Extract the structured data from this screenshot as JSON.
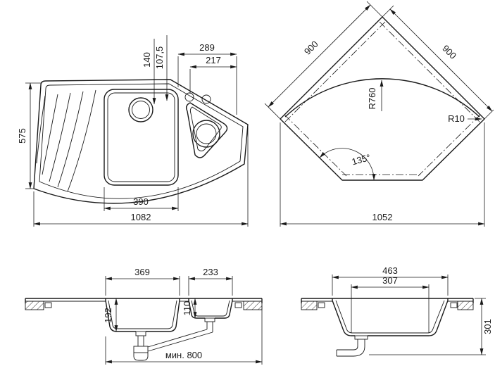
{
  "top_view": {
    "depth": "575",
    "overall_width": "1082",
    "bowl_width": "390",
    "dim_140": "140",
    "dim_107_5": "107,5",
    "dim_289": "289",
    "dim_217": "217"
  },
  "corner_view": {
    "side_left": "900",
    "side_right": "900",
    "front_radius": "R760",
    "corner_radius": "R10",
    "angle": "135°",
    "width": "1052"
  },
  "front_section": {
    "bowl1_width": "369",
    "bowl2_width": "233",
    "bowl1_depth": "192",
    "bowl2_depth": "110",
    "min_width": "мин. 800"
  },
  "side_section": {
    "top_width": "463",
    "bottom_width": "307",
    "height": "301"
  }
}
